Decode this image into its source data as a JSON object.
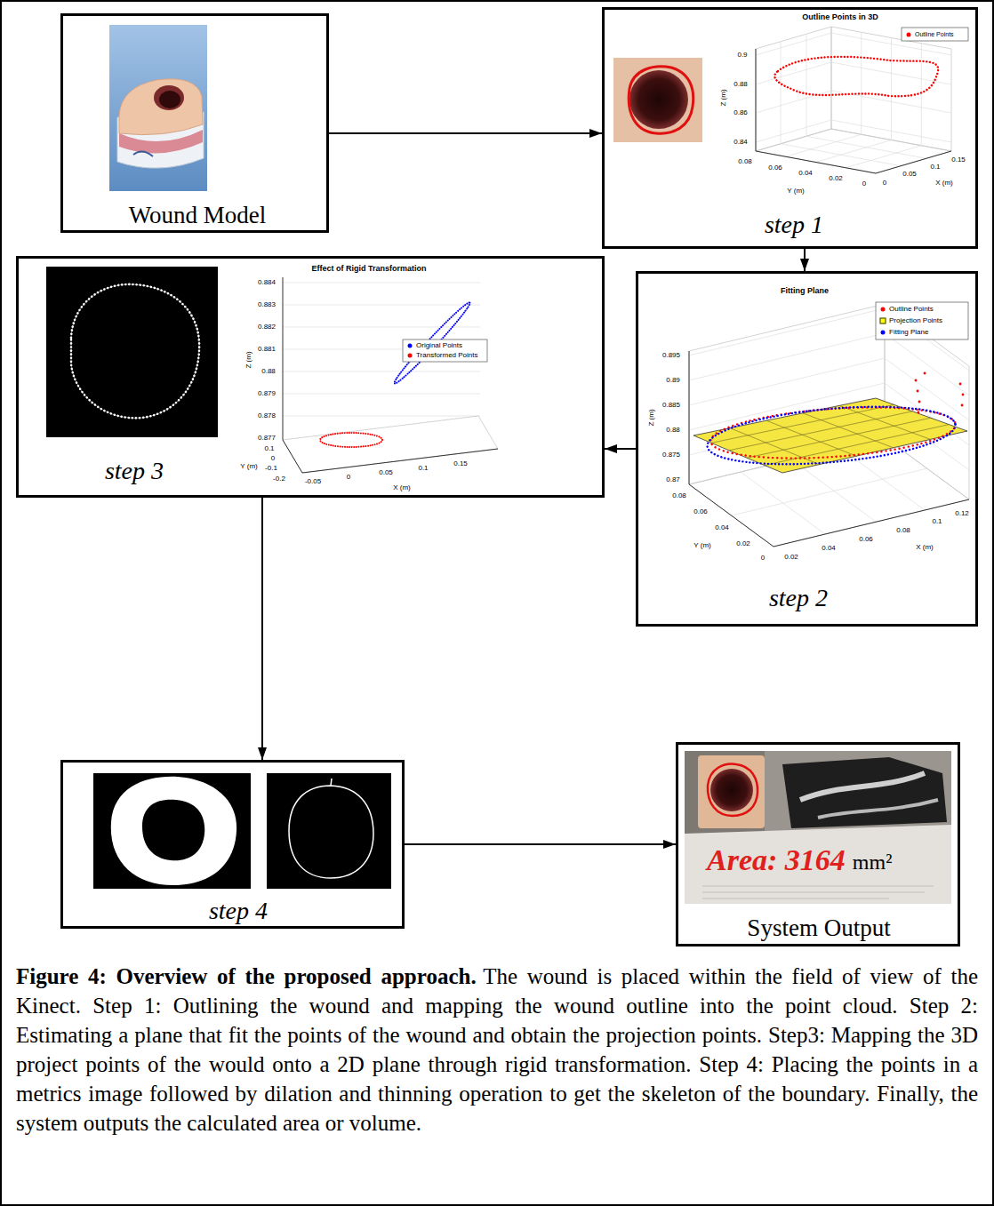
{
  "diagram": {
    "title": "Figure 4: Overview of the proposed approach.",
    "caption": "The wound is placed within the field of view of the Kinect. Step 1: Outlining the wound and mapping the wound outline into the point cloud. Step 2: Estimating a plane that fit the points of the wound and obtain the projection points. Step3: Mapping the 3D project points of the would onto a 2D plane through rigid transformation. Step 4: Placing the points in a metrics image followed by dilation and thinning operation to get the skeleton of the boundary. Finally, the system outputs the calculated area or volume.",
    "nodes": [
      {
        "text": [
          "Wound Model"
        ]
      },
      {
        "text": [
          "step 1"
        ]
      },
      {
        "text": [
          "step 2"
        ]
      },
      {
        "text": [
          "step 3"
        ]
      },
      {
        "text": [
          "step 4"
        ]
      },
      {
        "text": [
          "System Output"
        ]
      }
    ],
    "edges": [
      {
        "from": 0,
        "to": 1,
        "arrow": "to"
      },
      {
        "from": 1,
        "to": 2,
        "arrow": "to"
      },
      {
        "from": 2,
        "to": 3,
        "arrow": "to"
      },
      {
        "from": 3,
        "to": 4,
        "arrow": "to"
      },
      {
        "from": 4,
        "to": 5,
        "arrow": "to"
      }
    ],
    "labels": [
      "Outline Points in 3D",
      "0.9",
      "0.88",
      "0.86",
      "0.84",
      "Z (m)",
      "0.08",
      "0.06",
      "0.04",
      "0.02",
      "0",
      "Y (m)",
      "0",
      "0.05",
      "0.1",
      "0.15",
      "X (m)",
      "Fitting Plane",
      "0.895",
      "0.89",
      "0.885",
      "0.88",
      "0.875",
      "0.87",
      "Z (m)",
      "0.08",
      "0.06",
      "0.04",
      "0.02",
      "0",
      "Y (m)",
      "0.02",
      "0.04",
      "0.06",
      "0.08",
      "0.1",
      "0.12",
      "X (m)",
      "Effect of Rigid Transformation",
      "0.884",
      "0.883",
      "0.882",
      "0.881",
      "0.88",
      "0.879",
      "0.878",
      "0.877",
      "Z (m)",
      "0.1",
      "0",
      "-0.1",
      "-0.2",
      "Y (m)",
      "-0.05",
      "0",
      "0.05",
      "0.1",
      "0.15",
      "X (m)",
      "Area: 3164",
      "mm²"
    ],
    "legend": [
      {
        "text": "Outline Points",
        "color": "#ff0000"
      },
      {
        "text": "Outline Points",
        "color": "#ff0000"
      },
      {
        "text": "Projection Points",
        "color": "#ffff00"
      },
      {
        "text": "Fitting Plane",
        "color": "#0000ff"
      },
      {
        "text": "Original Points",
        "color": "#0000ff"
      },
      {
        "text": "Transformed Points",
        "color": "#ff0000"
      }
    ]
  }
}
